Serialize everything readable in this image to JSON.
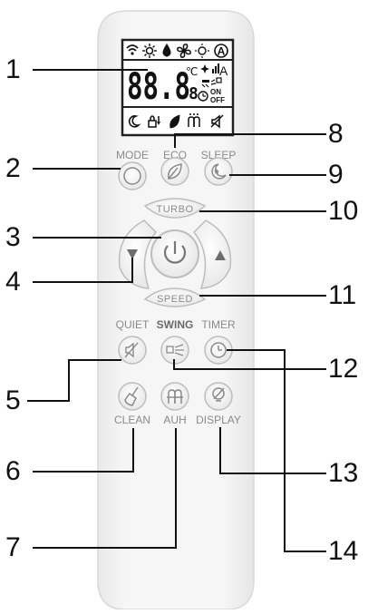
{
  "remote": {
    "buttons": {
      "mode": "MODE",
      "eco": "ECO",
      "sleep": "SLEEP",
      "turbo": "TURBO",
      "speed": "SPEED",
      "quiet": "QUIET",
      "swing": "SWING",
      "timer": "TIMER",
      "clean": "CLEAN",
      "auh": "AUH",
      "display": "DISPLAY"
    },
    "lcd": {
      "digits": "88.8",
      "unit": "℃",
      "mode_a": "A",
      "on_label": "ON",
      "off_label": "OFF"
    }
  },
  "callouts": [
    "1",
    "2",
    "3",
    "4",
    "5",
    "6",
    "7",
    "8",
    "9",
    "10",
    "11",
    "12",
    "13",
    "14"
  ],
  "icons": [
    "wifi-icon",
    "sun-icon",
    "drop-icon",
    "fan-icon",
    "heat-icon",
    "auto-icon",
    "moon-icon",
    "lock-icon",
    "leaf-icon",
    "heater-icon",
    "mute-icon",
    "power-icon",
    "up-arrow-icon",
    "down-arrow-icon",
    "broom-icon",
    "timer-icon",
    "swing-icon",
    "display-icon"
  ]
}
